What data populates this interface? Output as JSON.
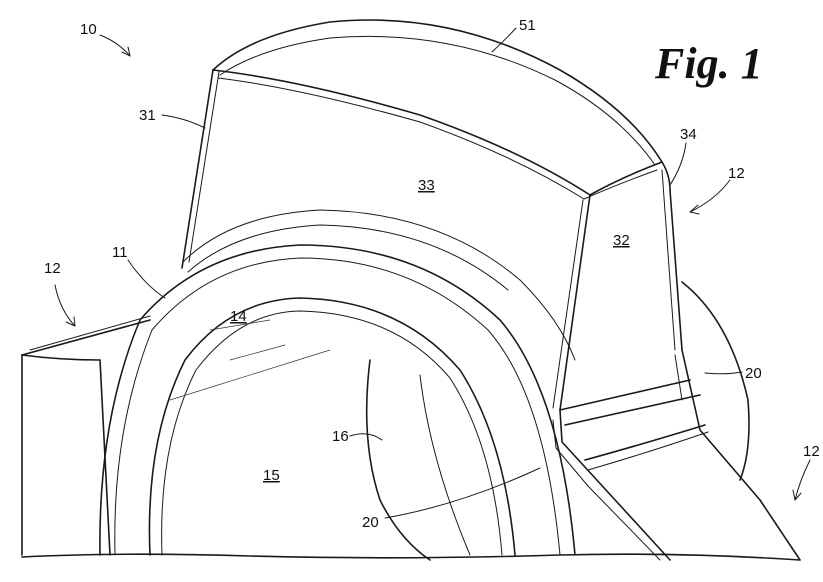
{
  "figure_title": "Fig. 1",
  "labels": {
    "l10": "10",
    "l51": "51",
    "l31": "31",
    "l34": "34",
    "l33": "33",
    "l12_right_top": "12",
    "l32": "32",
    "l11": "11",
    "l12_left": "12",
    "l14": "14",
    "l20_right": "20",
    "l16": "16",
    "l12_right_bottom": "12",
    "l15": "15",
    "l20_bottom": "20"
  }
}
